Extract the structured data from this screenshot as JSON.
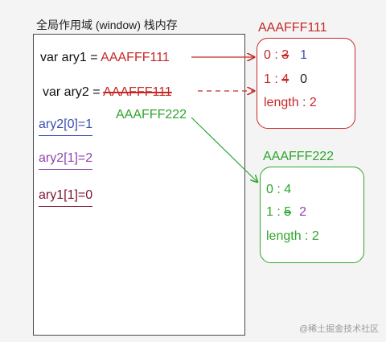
{
  "stack": {
    "title": "全局作用域 (window)  栈内存",
    "ary1_decl": "var ary1 = ",
    "ary1_ref": "AAAFFF111",
    "ary2_decl": "var ary2 = ",
    "ary2_ref_old": "AAAFFF111",
    "ary2_ref_new": "AAAFFF222",
    "line1": "ary2[0]=1",
    "line2": "ary2[1]=2",
    "line3": "ary1[1]=0"
  },
  "heap1": {
    "label": "AAAFFF111",
    "row0_key": "0 : ",
    "row0_old": "3",
    "row0_new": "1",
    "row1_key": "1 : ",
    "row1_old": "4",
    "row1_new": "0",
    "length": "length : 2"
  },
  "heap2": {
    "label": "AAAFFF222",
    "row0": "0 : 4",
    "row1_key": "1 : ",
    "row1_old": "5",
    "row1_new": "2",
    "length": "length : 2"
  },
  "colors": {
    "red": "#c62828",
    "green": "#2ea52e",
    "blue": "#3c4fb0",
    "purple": "#8e44ad",
    "maroon": "#7a1530"
  },
  "watermark": "@稀土掘金技术社区"
}
